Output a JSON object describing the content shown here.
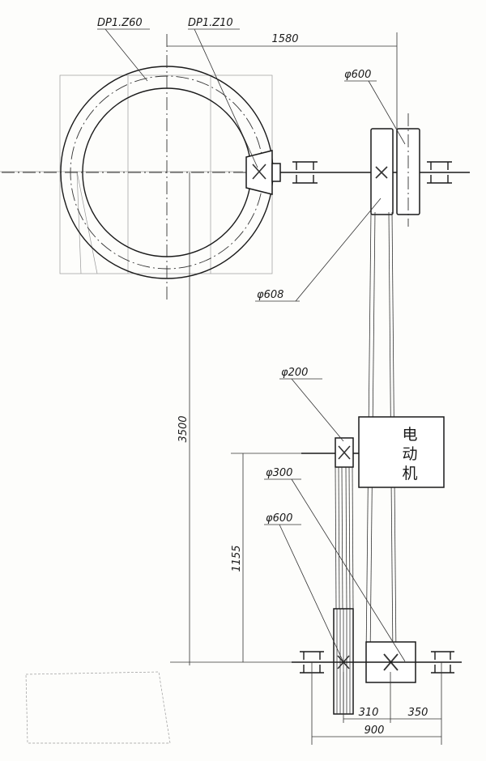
{
  "labels": {
    "gear_large": "DP1.Z60",
    "gear_small": "DP1.Z10",
    "dim_1580": "1580",
    "pulley_600_top": "φ600",
    "pulley_608": "φ608",
    "dim_3500": "3500",
    "pulley_200": "φ200",
    "motor_char_1": "电",
    "motor_char_2": "动",
    "motor_char_3": "机",
    "pulley_300": "φ300",
    "pulley_600_bottom": "φ600",
    "dim_1155": "1155",
    "dim_310": "310",
    "dim_350": "350",
    "dim_900": "900"
  }
}
